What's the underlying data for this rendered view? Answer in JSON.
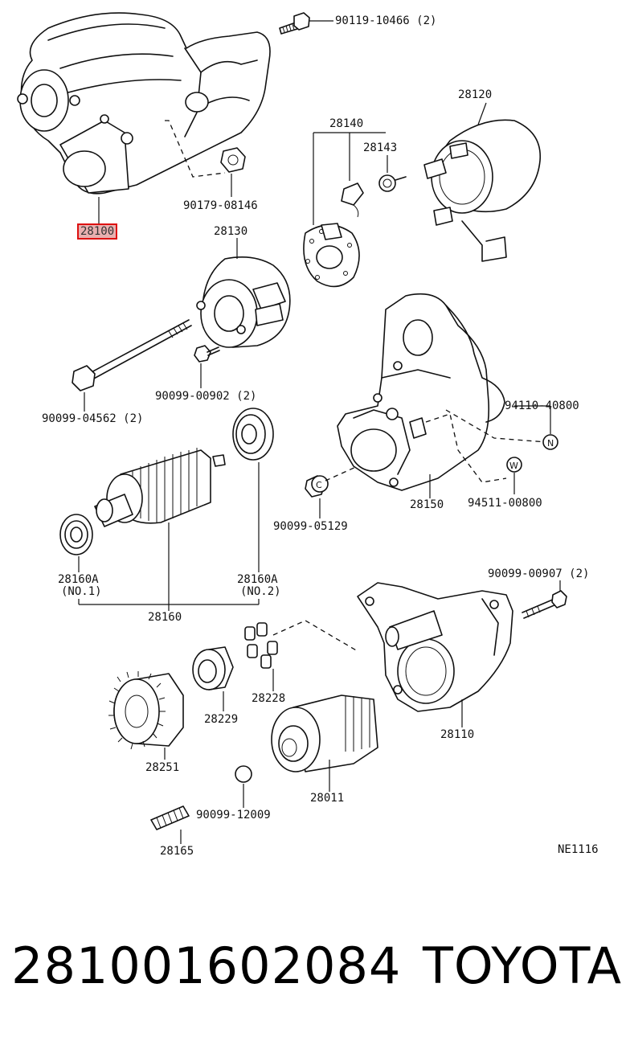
{
  "labels": {
    "bolt_top": "90119-10466 (2)",
    "nut_cap": "90179-08146",
    "starter_assy": "28100",
    "field_frame": "28130",
    "brush_holder": "28140",
    "brush_spring": "28143",
    "end_cover": "28120",
    "through_bolt": "90099-04562 (2)",
    "screw_small": "90099-00902 (2)",
    "nut_94110": "94110-40800",
    "washer_94511": "94511-00800",
    "switch_assy": "28150",
    "cap_90099": "90099-05129",
    "bearing_a1": "28160A",
    "bearing_a1_note": "(NO.1)",
    "bearing_a2": "28160A",
    "bearing_a2_note": "(NO.2)",
    "armature": "28160",
    "bolt_housing": "90099-00907 (2)",
    "rollers": "28228",
    "retainer": "28229",
    "housing": "28110",
    "idler_gear": "28251",
    "clutch": "28011",
    "ball": "90099-12009",
    "spring": "28165",
    "diagram_code": "NE1116"
  },
  "footer": {
    "part_number": "28100160208‍4",
    "brand": "TOYOTA"
  },
  "colors": {
    "highlight_fill": "#e8b0b0",
    "highlight_border": "#dd1111",
    "ink": "#111111"
  }
}
